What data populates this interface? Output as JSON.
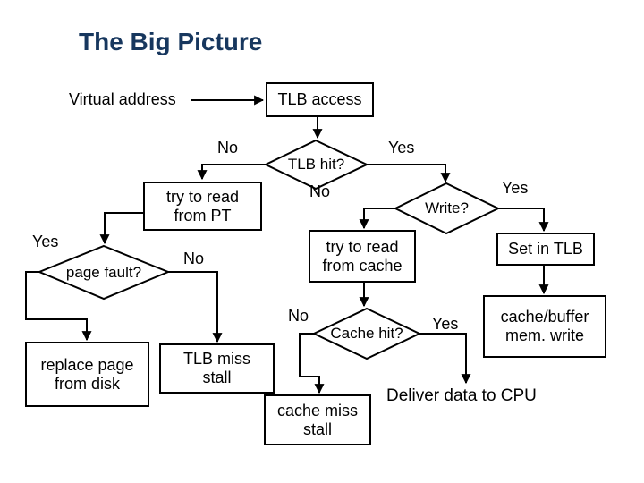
{
  "title": "The Big Picture",
  "colors": {
    "title_text": "#17375E",
    "flow_line": "#000000",
    "node_fill": "#FFFFFF",
    "background": "#FFFFFF"
  },
  "flowchart": {
    "input_label": "Virtual address",
    "output_label": "Deliver data to CPU",
    "boxes": {
      "tlb_access": "TLB access",
      "read_pt": "try to read\nfrom PT",
      "replace_page": "replace page\nfrom disk",
      "tlb_miss_stall": "TLB miss\nstall",
      "read_cache": "try to read\nfrom cache",
      "set_in_tlb": "Set in TLB",
      "cache_buffer_write": "cache/buffer\nmem. write",
      "cache_miss_stall": "cache miss\nstall"
    },
    "decisions": {
      "tlb_hit": "TLB hit?",
      "page_fault": "page fault?",
      "write": "Write?",
      "cache_hit": "Cache hit?"
    },
    "edge_labels": {
      "tlb_hit_no": "No",
      "tlb_hit_yes": "Yes",
      "page_fault_yes": "Yes",
      "page_fault_no": "No",
      "write_no": "No",
      "write_yes": "Yes",
      "cache_hit_no": "No",
      "cache_hit_yes": "Yes"
    }
  }
}
